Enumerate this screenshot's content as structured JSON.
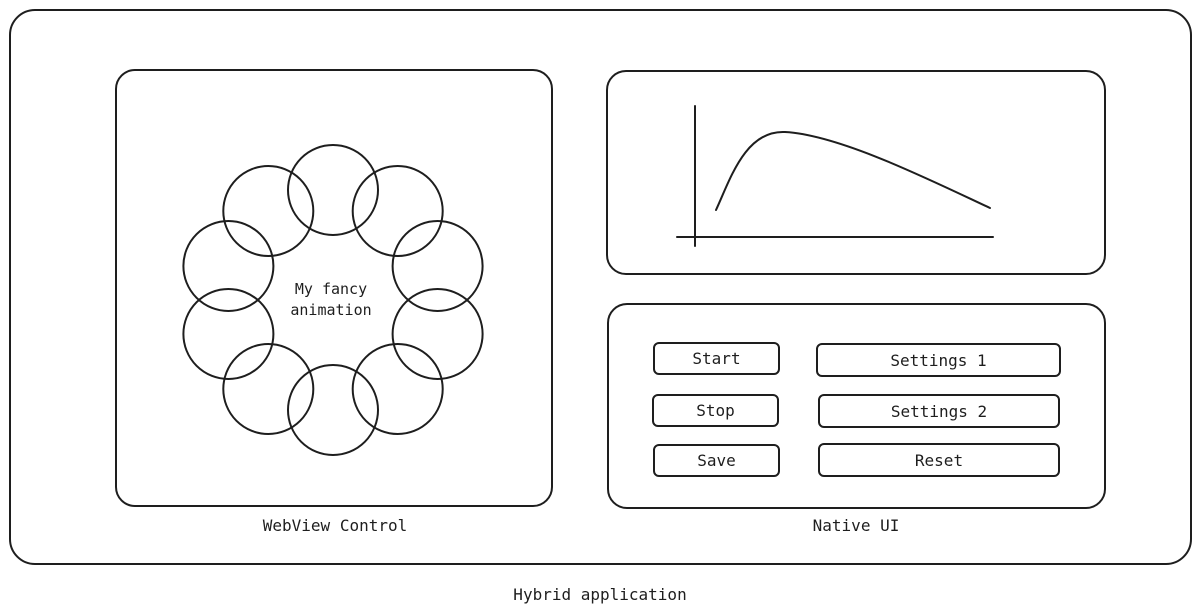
{
  "app": {
    "caption": "Hybrid application"
  },
  "webview": {
    "caption": "WebView Control",
    "animation_text_line1": "My fancy",
    "animation_text_line2": "animation",
    "ring_count": 10
  },
  "native": {
    "caption": "Native UI",
    "buttons": {
      "start": "Start",
      "stop": "Stop",
      "save": "Save",
      "settings1": "Settings 1",
      "settings2": "Settings 2",
      "reset": "Reset"
    }
  },
  "colors": {
    "stroke": "#1e1e1e",
    "background": "#ffffff"
  }
}
